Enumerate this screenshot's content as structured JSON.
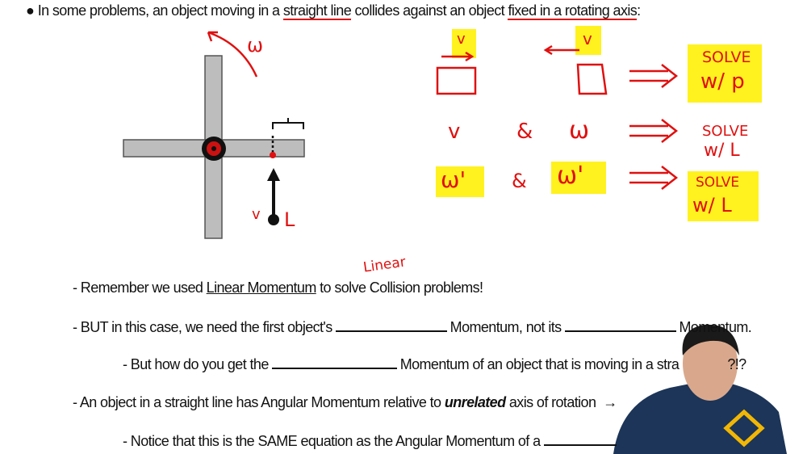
{
  "slide": {
    "intro": {
      "bullet": "●",
      "before": "In some problems, an object moving in a ",
      "u1": "straight line",
      "mid": " collides against an object ",
      "u2": "fixed in a rotating axis",
      "after": ":"
    },
    "line1": {
      "dash": "- ",
      "before": "Remember we used ",
      "u": "Linear Momentum",
      "after": " to solve Collision problems!"
    },
    "line2": {
      "dash": "- ",
      "a": "BUT in this case, we need the first object's",
      "b": "Momentum, not its",
      "c": "Momentum."
    },
    "line3": {
      "dash": "- ",
      "a": "But how do you get the",
      "b": "Momentum of an object that is moving in a stra",
      "c": "?!?"
    },
    "line4": {
      "dash": "- ",
      "a": "An object in a straight line has Angular Momentum relative to ",
      "em": "unrelated",
      "b": " axis of rotation",
      "arrow": "→"
    },
    "line5": {
      "dash": "- ",
      "a": "Notice that this is the SAME equation as the Angular Momentum of a"
    }
  },
  "annotations": {
    "omega": "ω",
    "v": "v",
    "L": "L",
    "linear": "Linear",
    "row1": {
      "v1": "v",
      "v2": "v",
      "arrow": "⟹",
      "solve": "SOLVE",
      "with": "w/ p"
    },
    "row2": {
      "v": "v",
      "amp": "&",
      "w": "ω",
      "arrow": "⟹",
      "solve": "SOLVE",
      "with": "w/ L"
    },
    "row3": {
      "w1": "ω'",
      "amp": "&",
      "w2": "ω'",
      "arrow": "⟹",
      "solve": "SOLVE",
      "with": "w/ L"
    }
  },
  "colors": {
    "ink": "#e01010",
    "highlight": "#fff21f",
    "bar": "#bdbdbd",
    "shirt": "#1c3558"
  }
}
